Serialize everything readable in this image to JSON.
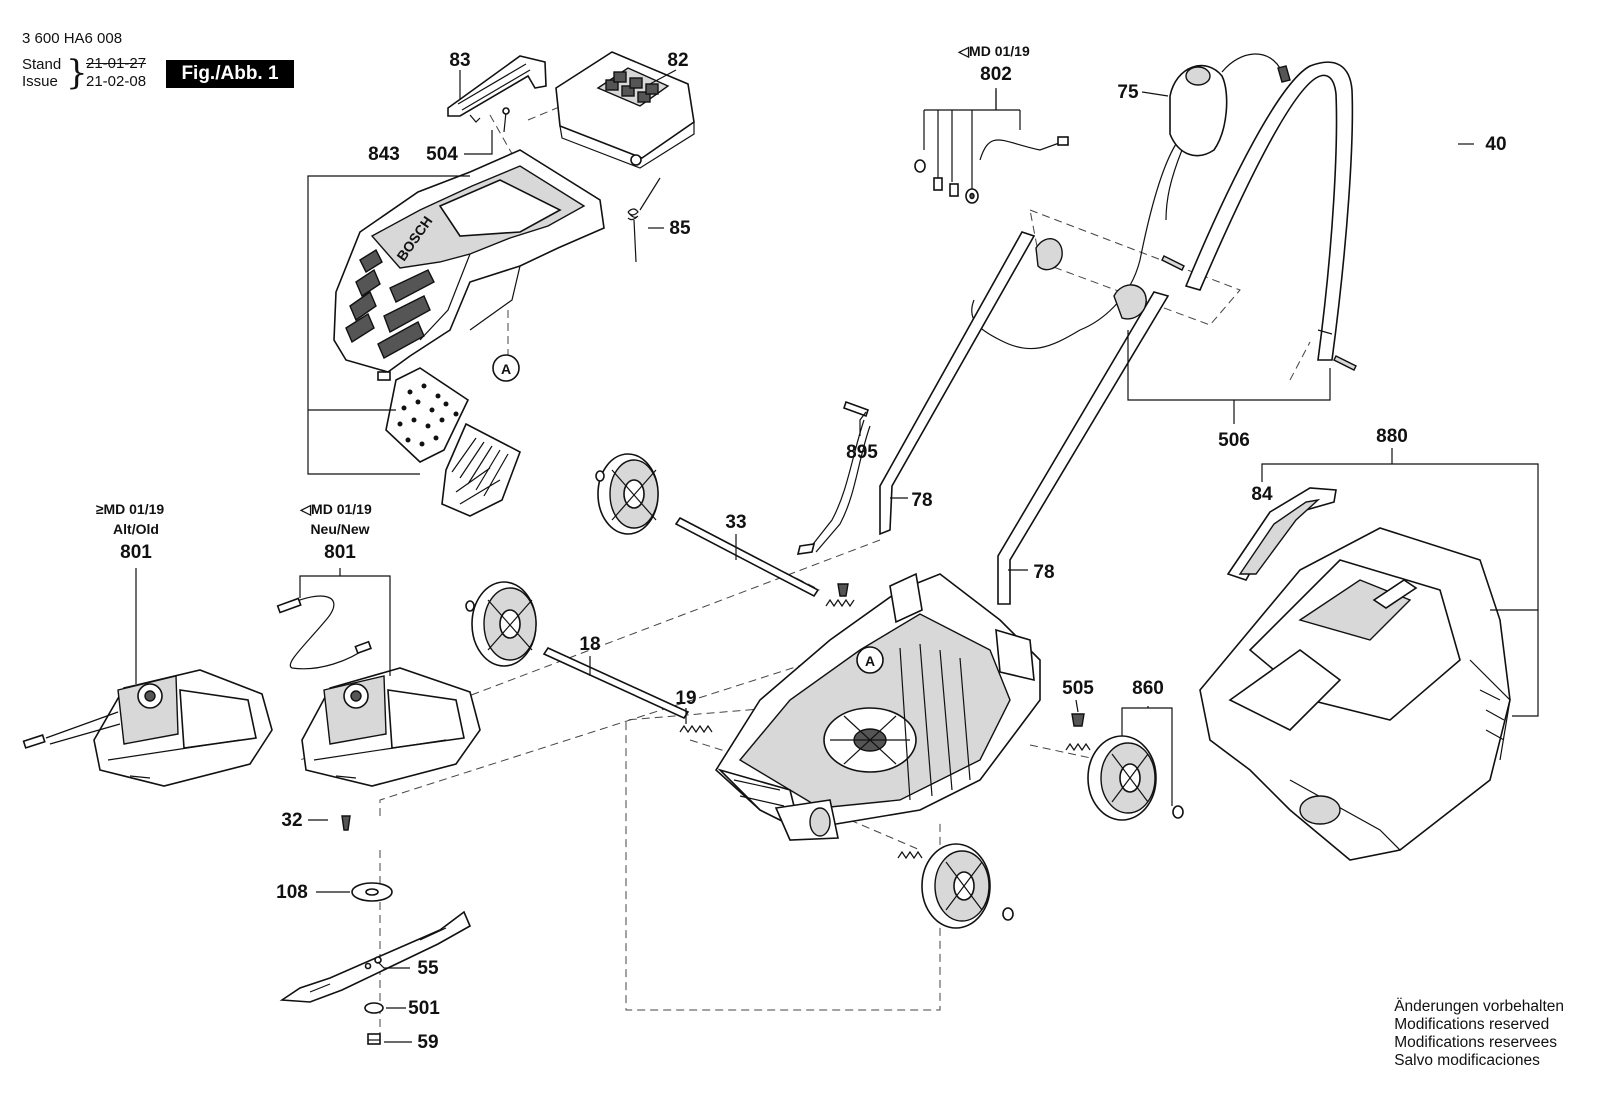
{
  "header": {
    "doc_number": "3 600 HA6 008",
    "stand_label": "Stand",
    "issue_label": "Issue",
    "date_old": "21-01-27",
    "date_new": "21-02-08",
    "figure_badge": "Fig./Abb. 1"
  },
  "variants": {
    "left": {
      "line1": "≥MD 01/19",
      "line2": "Alt/Old",
      "part": "801"
    },
    "middle": {
      "line1": "◁MD 01/19",
      "line2": "Neu/New",
      "part": "801"
    },
    "cable": {
      "line1": "◁MD 01/19",
      "part": "802"
    }
  },
  "callouts": {
    "p83": "83",
    "p82": "82",
    "p504": "504",
    "p843": "843",
    "p85": "85",
    "p75": "75",
    "p40": "40",
    "p506": "506",
    "p880": "880",
    "p84": "84",
    "p895": "895",
    "p78a": "78",
    "p78b": "78",
    "p33": "33",
    "p18": "18",
    "p19": "19",
    "p505": "505",
    "p860": "860",
    "p32": "32",
    "p108": "108",
    "p55": "55",
    "p501": "501",
    "p59": "59",
    "ref_a1": "A",
    "ref_a2": "A"
  },
  "brand": "BOSCH",
  "notes": [
    "Änderungen vorbehalten",
    "Modifications reserved",
    "Modifications reservees",
    "Salvo modificaciones"
  ]
}
